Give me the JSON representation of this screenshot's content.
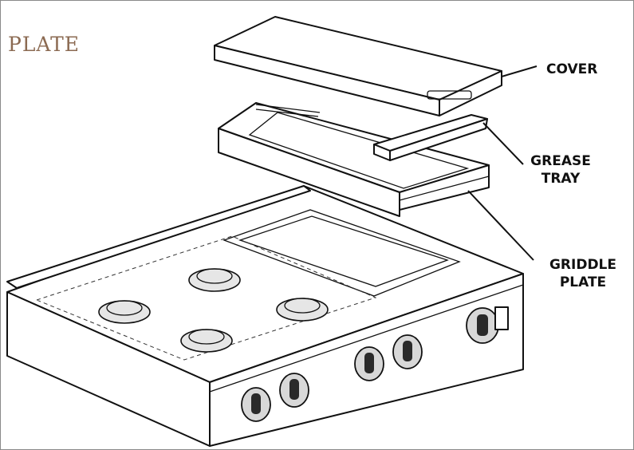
{
  "title": "PLATE",
  "labels": {
    "cover": "COVER",
    "grease_tray": [
      "GREASE",
      "TRAY"
    ],
    "griddle_plate": [
      "GRIDDLE",
      "PLATE"
    ]
  }
}
